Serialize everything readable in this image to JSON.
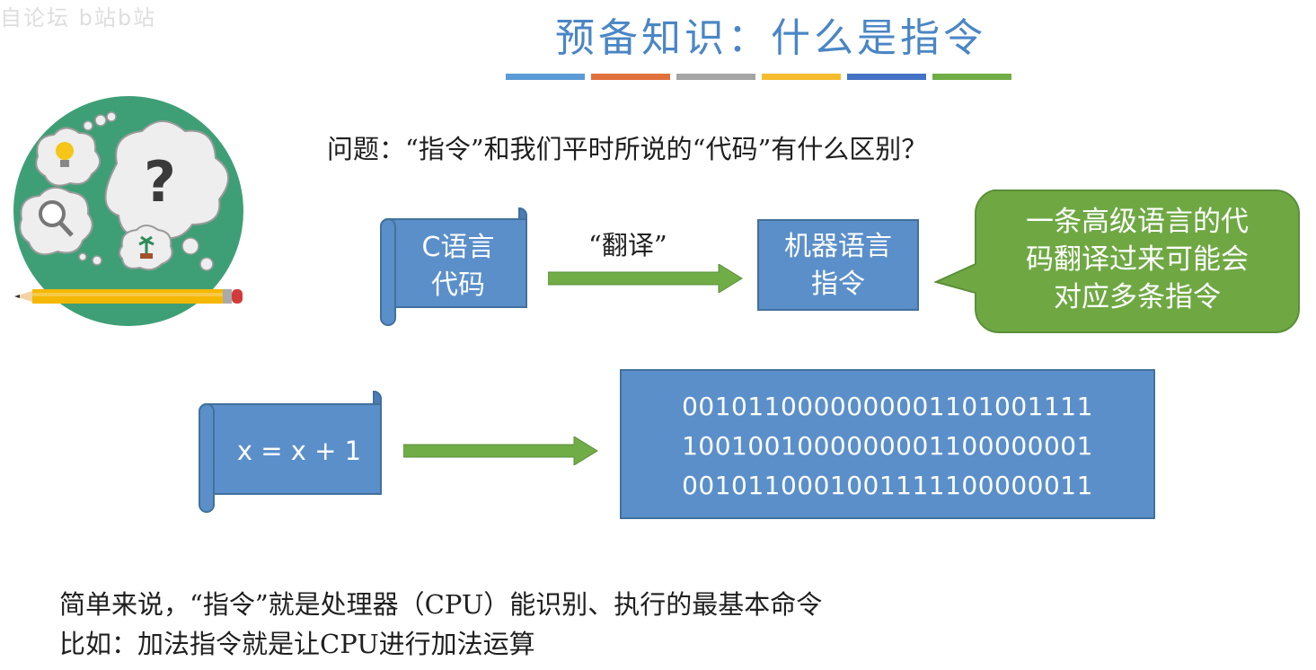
{
  "watermark": "自论坛 b站b站",
  "slide": {
    "title": "预备知识：什么是指令",
    "title_bar_colors": [
      "#5b9bd5",
      "#e0703c",
      "#a5a5a5",
      "#f5bd2e",
      "#4472c4",
      "#70ad47"
    ],
    "question": "问题：“指令”和我们平时所说的“代码”有什么区别？",
    "row1": {
      "left_scroll_line1": "C语言",
      "left_scroll_line2": "代码",
      "arrow_label": "“翻译”",
      "right_box_line1": "机器语言",
      "right_box_line2": "指令",
      "callout_line1": "一条高级语言的代",
      "callout_line2": "码翻译过来可能会",
      "callout_line3": "对应多条指令"
    },
    "row2": {
      "left_scroll": "x = x + 1",
      "binary_lines": [
        "0010110000000001101001111",
        "1001001000000001100000001",
        "0010110001001111100000011"
      ]
    },
    "summary_line1": "简单来说，“指令”就是处理器（CPU）能识别、执行的最基本命令",
    "summary_line2": "比如：加法指令就是让CPU进行加法运算"
  },
  "colors": {
    "title": "#4a86c5",
    "box_blue": "#5b8fca",
    "box_border": "#41719c",
    "arrow_green": "#70ad47",
    "callout_green": "#6fa843",
    "circle_green": "#3e9f77"
  }
}
